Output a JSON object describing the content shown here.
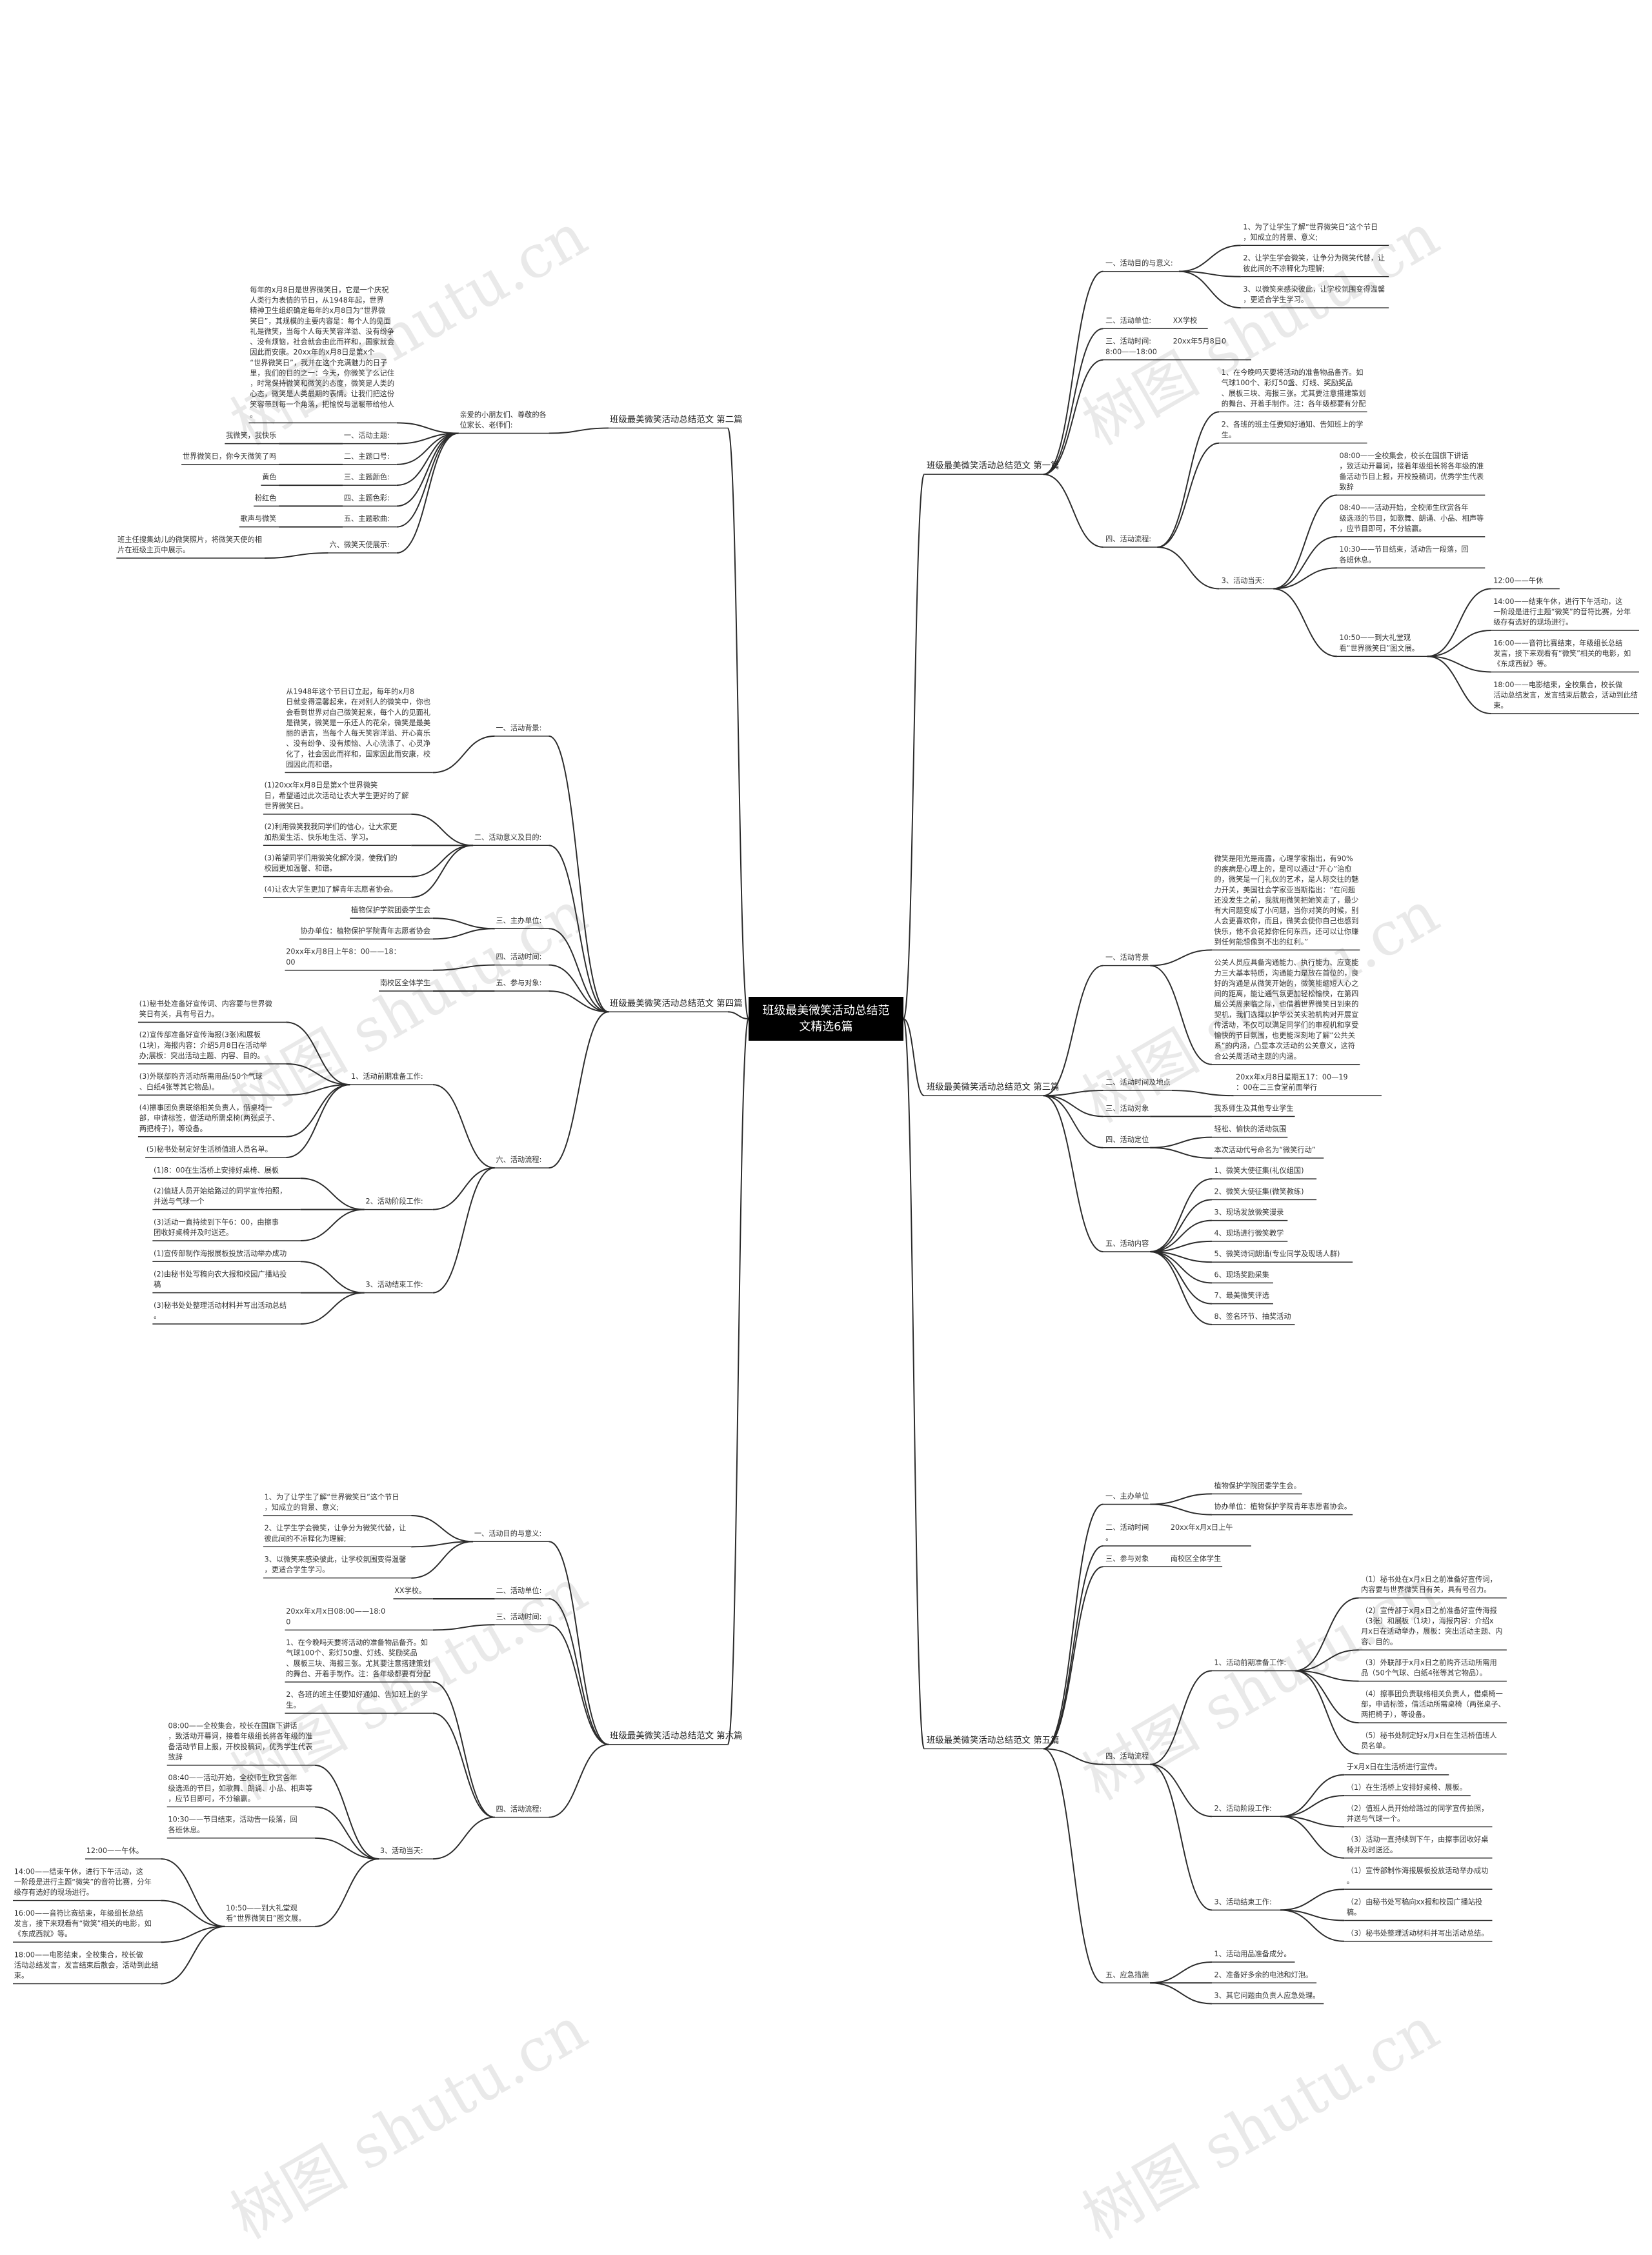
{
  "root": "班级最美微笑活动总结范文精选6篇",
  "watermark": "树图 shutu.cn",
  "branches": [
    {
      "title": "班级最美微笑活动总结范文 第一篇",
      "children": [
        {
          "t": "一、活动目的与意义:",
          "children": [
            {
              "t": "1、为了让学生了解“世界微笑日”这个节日，知成立的背景、意义;"
            },
            {
              "t": "2、让学生学会微笑，让争分为微笑代替，让彼此间的不凉释化为理解;"
            },
            {
              "t": "3、以微笑来感染彼此，让学校氛围变得温馨，更适合学生学习。"
            }
          ]
        },
        {
          "t": "二、活动单位:　　　XX学校"
        },
        {
          "t": "三、活动时间:　　　20xx年5月8日08:00——18:00"
        },
        {
          "t": "四、活动流程:",
          "children": [
            {
              "t": "1、在今晚吗天要将活动的准备物品备齐。如气球100个、彩灯50盏、灯线、奖励奖品、展板三块、海报三张。尤其要注意搭建策划的舞台、开着手制作。注：各年级都要有分配"
            },
            {
              "t": "2、各班的班主任要知好通知、告知班上的学生。"
            },
            {
              "t": "3、活动当天:",
              "children": [
                {
                  "t": "08:00——全校集会，校长在国旗下讲话，致活动开幕词，接着年级组长将各年级的准备活动节目上报，开校投稿词，优秀学生代表致辞"
                },
                {
                  "t": "08:40——活动开始，全校师生欣赏各年级选派的节目，如歌舞、朗诵、小品、相声等，应节目即可，不分输赢。"
                },
                {
                  "t": "10:30——节目结束，活动告一段落，回各班休息。"
                },
                {
                  "t": "10:50——到大礼堂观看“世界微笑日”图文展。",
                  "children": [
                    {
                      "t": "12:00——午休"
                    },
                    {
                      "t": "14:00——结束午休，进行下午活动，这一阶段是进行主题“微笑”的音符比赛，分年级存有选好的现场进行。"
                    },
                    {
                      "t": "16:00——音符比赛结束，年级组长总结发言，接下来观看有“微笑”相关的电影，如《东成西就》等。"
                    },
                    {
                      "t": "18:00——电影结束，全校集合，校长做活动总结发言，发言结束后散会，活动到此结束。"
                    }
                  ]
                }
              ]
            }
          ]
        }
      ]
    },
    {
      "title": "班级最美微笑活动总结范文 第三篇",
      "children": [
        {
          "t": "一、活动背景",
          "children": [
            {
              "t": "微笑是阳光是雨露，心理学家指出，有90%的疾病是心理上的，是可以通过“开心”治愈的，微笑是一门礼仪的艺术，是人际交往的魅力开关，美国社会学家亚当斯指出：“在问题还没发生之前，我就用微笑把她笑走了，最少有大问题变成了小问题，当你对笑的时候，别人会更喜欢你，而且，微笑会使你自己也感到快乐，他不会花掉你任何东西，还可以让你赚到任何能想像到不出的红利。”"
            },
            {
              "t": "公关人员应具备沟通能力、执行能力、应变能力三大基本特质，沟通能力是放在首位的，良好的沟通是从微笑开始的，微笑能缩短人心之间的距离，能让通气氛更加轻松愉快，在第四届公关周来临之际，也借着世界微笑日到来的契机，我们选择以护华公关实验机构对开展宣传活动，不仅可以满足同学们的审视机和享受愉快的节日氛围，也更能深刻地了解“公共关系”的内涵，凸显本次活动的公关意义，这符合公关周活动主题的内涵。"
            }
          ]
        },
        {
          "t": "二、活动时间及地点",
          "children": [
            {
              "t": "20xx年x月8日星期五17：00—19：00在二三食堂前面举行"
            }
          ]
        },
        {
          "t": "三、活动对象",
          "children": [
            {
              "t": "我系师生及其他专业学生"
            }
          ]
        },
        {
          "t": "四、活动定位",
          "children": [
            {
              "t": "轻松、愉快的活动氛围"
            },
            {
              "t": "本次活动代号命名为“微笑行动”"
            }
          ]
        },
        {
          "t": "五、活动内容",
          "children": [
            {
              "t": "1、微笑大使征集(礼仪组国)"
            },
            {
              "t": "2、微笑大使征集(微笑教练)"
            },
            {
              "t": "3、现场发放微笑漫录"
            },
            {
              "t": "4、现场进行微笑教学"
            },
            {
              "t": "5、微笑诗词朗诵(专业同学及现场人群)"
            },
            {
              "t": "6、现场奖励采集"
            },
            {
              "t": "7、最美微笑评选"
            },
            {
              "t": "8、签名环节、抽奖活动"
            }
          ]
        }
      ]
    },
    {
      "title": "班级最美微笑活动总结范文 第五篇",
      "children": [
        {
          "t": "一、主办单位",
          "children": [
            {
              "t": "植物保护学院团委学生会。"
            },
            {
              "t": "协办单位：植物保护学院青年志愿者协会。"
            }
          ]
        },
        {
          "t": "二、活动时间　　　20xx年x月x日上午。"
        },
        {
          "t": "三、参与对象　　　南校区全体学生"
        },
        {
          "t": "四、活动流程",
          "children": [
            {
              "t": "1、活动前期准备工作:",
              "children": [
                {
                  "t": "（1）秘书处在x月x日之前准备好宣传词，内容要与世界微笑日有关，具有号召力。"
                },
                {
                  "t": "（2）宣传部于x月x日之前准备好宣传海报（3张）和展板（1块），海报内容：介绍x月x日在活动举办，展板：突出活动主题、内容、目的。"
                },
                {
                  "t": "（3）外联部于x月x日之前购齐活动所需用品（50个气球、白纸4张等其它物品）。"
                },
                {
                  "t": "（4）擦事团负责联络相关负责人，借桌椅一部，申请标签，借活动所需桌椅（两张桌子、两把椅子），等设备。"
                },
                {
                  "t": "（5）秘书处制定好x月x日在生活桥值班人员名单。"
                }
              ]
            },
            {
              "t": "2、活动阶段工作:",
              "children": [
                {
                  "t": "于x月x日在生活桥进行宣传。"
                },
                {
                  "t": "（1）在生活桥上安排好桌椅、展板。"
                },
                {
                  "t": "（2）值班人员开始给路过的同学宣传拍照，并送与气球一个。"
                },
                {
                  "t": "（3）活动一直持续到下午，由擦事团收好桌椅并及时送还。"
                }
              ]
            },
            {
              "t": "3、活动结束工作:",
              "children": [
                {
                  "t": "（1）宣传部制作海报展板投放活动举办成功。"
                },
                {
                  "t": "（2）由秘书处写稿向xx报和校园广播站投稿。"
                },
                {
                  "t": "（3）秘书处整理活动材料并写出活动总结。"
                }
              ]
            }
          ]
        },
        {
          "t": "五、应急措施",
          "children": [
            {
              "t": "1、活动用品准备成分。"
            },
            {
              "t": "2、准备好多余的电池和灯泡。"
            },
            {
              "t": "3、其它问题由负责人应急处理。"
            }
          ]
        }
      ]
    },
    {
      "title": "班级最美微笑活动总结范文 第二篇",
      "children": [
        {
          "t": "亲爱的小朋友们、尊敬的各位家长、老师们:",
          "children": [
            {
              "t": "每年的x月8日是世界微笑日，它是一个庆祝人类行为表情的节日，从1948年起，世界精神卫生组织确定每年的x月8日为“世界微笑日”，其规模的主要内容是：每个人的见面礼是微笑，当每个人每天笑容洋溢、没有纷争、没有烦恼，社会就会由此而祥和，国家就会因此而安康。20xx年的x月8日是第x个“世界微笑日”，我并在这个充满魅力的日子里，我们的目的之一：今天，你微笑了么记住，时常保持微笑和微笑的态度，微笑是人类的心态，微笑是人类最期的表情。让我们把这份笑容带到每一个角落，把愉悦与温暖带给他人。"
            },
            {
              "t": "一、活动主题:",
              "children": [
                {
                  "t": "我微笑，我快乐"
                }
              ]
            },
            {
              "t": "二、主题口号:",
              "children": [
                {
                  "t": "世界微笑日，你今天微笑了吗"
                }
              ]
            },
            {
              "t": "三、主题颜色:",
              "children": [
                {
                  "t": "黄色"
                }
              ]
            },
            {
              "t": "四、主题色彩:",
              "children": [
                {
                  "t": "粉红色"
                }
              ]
            },
            {
              "t": "五、主题歌曲:",
              "children": [
                {
                  "t": "歌声与微笑"
                }
              ]
            },
            {
              "t": "六、微笑天使展示:",
              "children": [
                {
                  "t": "班主任搜集幼儿的微笑照片，将微笑天使的相片在班级主页中展示。"
                }
              ]
            }
          ]
        }
      ]
    },
    {
      "title": "班级最美微笑活动总结范文 第四篇",
      "children": [
        {
          "t": "一、活动背景:",
          "children": [
            {
              "t": "从1948年这个节日订立起，每年的x月8日就变得温馨起来，在对别人的微笑中，你也会看到世界对自己微笑起来，每个人的见面礼是微笑，微笑是一乐还人的花朵，微笑是最美丽的语言，当每个人每天笑容洋溢、开心喜乐、没有纷争、没有烦恼、人心洗涤了、心灵净化了，社会因此而祥和，国家因此而安康，校园因此而和谐。"
            }
          ]
        },
        {
          "t": "二、活动意义及目的:",
          "children": [
            {
              "t": "(1)20xx年x月8日是第x个世界微笑日，希望通过此次活动让农大学生更好的了解世界微笑日。"
            },
            {
              "t": "(2)利用微笑我我同学们的信心，让大家更加热爱生活、快乐地生活、学习。"
            },
            {
              "t": "(3)希望同学们用微笑化解冷漠，使我们的校园更加温馨、和谐。"
            },
            {
              "t": "(4)让农大学生更加了解青年志愿者协会。"
            }
          ]
        },
        {
          "t": "三、主办单位:",
          "children": [
            {
              "t": "植物保护学院团委学生会"
            },
            {
              "t": "协办单位：植物保护学院青年志愿者协会"
            }
          ]
        },
        {
          "t": "四、活动时间:",
          "children": [
            {
              "t": "20xx年x月8日上午8：00——18：00"
            }
          ]
        },
        {
          "t": "五、参与对象:",
          "children": [
            {
              "t": "南校区全体学生"
            }
          ]
        },
        {
          "t": "六、活动流程:",
          "children": [
            {
              "t": "1、活动前期准备工作:",
              "children": [
                {
                  "t": "(1)秘书处准备好宣传词、内容要与世界微笑日有关，具有号召力。"
                },
                {
                  "t": "(2)宣传部准备好宣传海报(3张)和展板(1块)，海报内容：介绍5月8日在活动举办;展板：突出活动主题、内容、目的。"
                },
                {
                  "t": "(3)外联部购齐活动所需用品(50个气球、白纸4张等其它物品)。"
                },
                {
                  "t": "(4)擦事团负责联络相关负责人，借桌椅一部，申请标签，借活动所需桌椅(两张桌子、两把椅子)，等设备。"
                },
                {
                  "t": "(5)秘书处制定好生活桥值班人员名单。"
                }
              ]
            },
            {
              "t": "2、活动阶段工作:",
              "children": [
                {
                  "t": "(1)8：00在生活桥上安排好桌椅、展板"
                },
                {
                  "t": "(2)值班人员开始给路过的同学宣传拍照，并送与气球一个"
                },
                {
                  "t": "(3)活动一直持续到下午6：00，由擦事团收好桌椅并及时送还。"
                }
              ]
            },
            {
              "t": "3、活动结束工作:",
              "children": [
                {
                  "t": "(1)宣传部制作海报展板投放活动举办成功"
                },
                {
                  "t": "(2)由秘书处写稿向农大报和校园广播站投稿"
                },
                {
                  "t": "(3)秘书处处整理活动材料并写出活动总结。"
                }
              ]
            }
          ]
        }
      ]
    },
    {
      "title": "班级最美微笑活动总结范文 第六篇",
      "children": [
        {
          "t": "一、活动目的与意义:",
          "children": [
            {
              "t": "1、为了让学生了解“世界微笑日”这个节日，知成立的背景、意义;"
            },
            {
              "t": "2、让学生学会微笑，让争分为微笑代替，让彼此间的不凉释化为理解;"
            },
            {
              "t": "3、以微笑来感染彼此，让学校氛围变得温馨，更适合学生学习。"
            }
          ]
        },
        {
          "t": "二、活动单位:",
          "children": [
            {
              "t": "XX学校。"
            }
          ]
        },
        {
          "t": "三、活动时间:",
          "children": [
            {
              "t": "20xx年x月x日08:00——18:00"
            }
          ]
        },
        {
          "t": "四、活动流程:",
          "children": [
            {
              "t": "1、在今晚吗天要将活动的准备物品备齐。如气球100个、彩灯50盏、灯线、奖励奖品、展板三块、海报三张。尤其要注意搭建策划的舞台、开着手制作。注：各年级都要有分配"
            },
            {
              "t": "2、各班的班主任要知好通知、告知班上的学生。"
            },
            {
              "t": "3、活动当天:",
              "children": [
                {
                  "t": "08:00——全校集会，校长在国旗下讲话，致活动开幕词，接着年级组长将各年级的准备活动节目上报，开校投稿词，优秀学生代表致辞"
                },
                {
                  "t": "08:40——活动开始，全校师生欣赏各年级选派的节目，如歌舞、朗诵、小品、相声等，应节目即可，不分输赢。"
                },
                {
                  "t": "10:30——节目结束，活动告一段落，回各班休息。"
                },
                {
                  "t": "10:50——到大礼堂观看“世界微笑日”图文展。",
                  "children": [
                    {
                      "t": "12:00——午休。"
                    },
                    {
                      "t": "14:00——结束午休，进行下午活动，这一阶段是进行主题“微笑”的音符比赛，分年级存有选好的现场进行。"
                    },
                    {
                      "t": "16:00——音符比赛结束，年级组长总结发言，接下来观看有“微笑”相关的电影，如《东成西就》等。"
                    },
                    {
                      "t": "18:00——电影结束，全校集合，校长做活动总结发言，发言结束后散会，活动到此结束。"
                    }
                  ]
                }
              ]
            }
          ]
        }
      ]
    }
  ]
}
